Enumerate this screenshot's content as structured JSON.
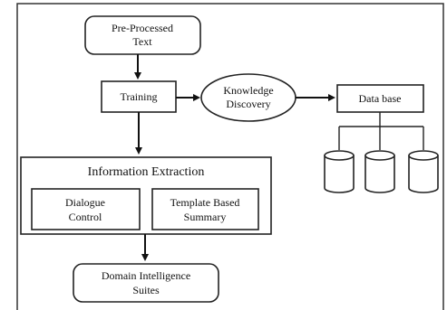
{
  "nodes": {
    "preprocessed": {
      "line1": "Pre-Processed",
      "line2": "Text"
    },
    "training": {
      "label": "Training"
    },
    "knowledge": {
      "line1": "Knowledge",
      "line2": "Discovery"
    },
    "database": {
      "label": "Data base"
    },
    "info_extraction": {
      "title": "Information Extraction"
    },
    "dialogue": {
      "line1": "Dialogue",
      "line2": "Control"
    },
    "template": {
      "line1": "Template Based",
      "line2": "Summary"
    },
    "domain": {
      "line1": "Domain Intelligence",
      "line2": "Suites"
    }
  },
  "edges": [
    {
      "from": "Pre-Processed Text",
      "to": "Training"
    },
    {
      "from": "Training",
      "to": "Knowledge Discovery"
    },
    {
      "from": "Knowledge Discovery",
      "to": "Data base"
    },
    {
      "from": "Training",
      "to": "Information Extraction"
    },
    {
      "from": "Information Extraction",
      "to": "Domain Intelligence Suites"
    },
    {
      "from": "Data base",
      "to": "database cylinders"
    }
  ],
  "database_cylinders": 3
}
